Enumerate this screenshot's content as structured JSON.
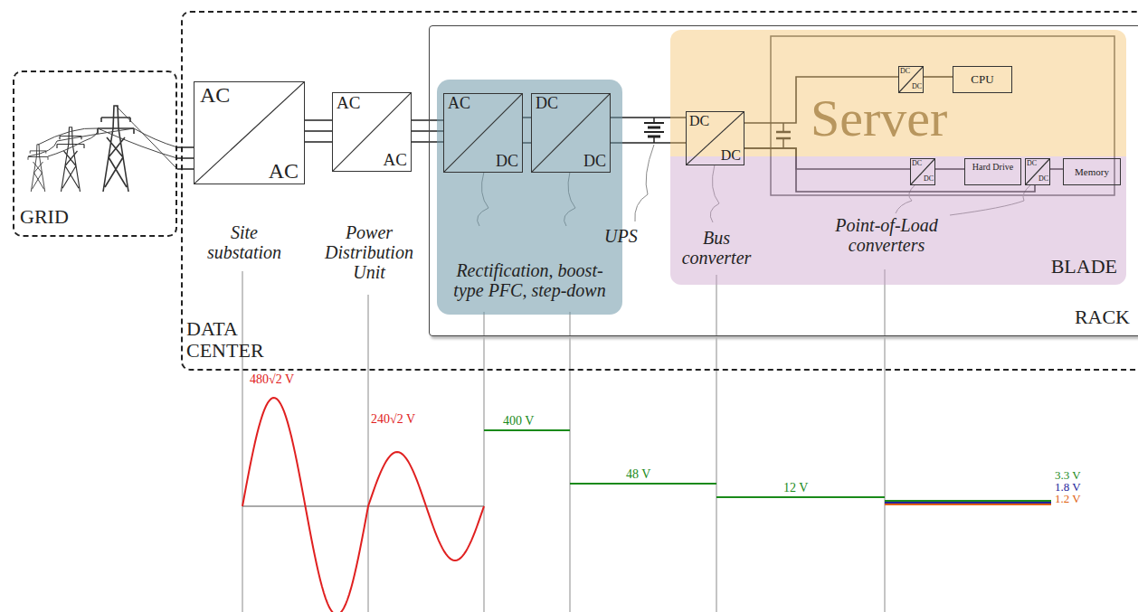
{
  "diagram": {
    "nodes": [
      {
        "text": [
          "DATA CENTER"
        ]
      },
      {
        "text": [
          "GRID"
        ]
      },
      {
        "text": [
          "AC",
          "AC"
        ],
        "in": 0
      },
      {
        "text": [
          "AC",
          "AC"
        ],
        "in": 0
      },
      {
        "text": [
          "RACK"
        ],
        "in": 0
      },
      {
        "text": [
          "Rectification, boost-type PFC, step-down"
        ],
        "in": 4
      },
      {
        "text": [
          "AC",
          "DC"
        ],
        "in": 5
      },
      {
        "text": [
          "DC",
          "DC"
        ],
        "in": 5
      },
      {
        "text": [
          "Server"
        ],
        "in": 4
      },
      {
        "text": [
          "BLADE"
        ],
        "in": 4
      },
      {
        "text": [
          "DC",
          "DC"
        ],
        "in": 9
      },
      {
        "text": [
          "DC",
          "DC"
        ],
        "in": 8
      },
      {
        "text": [
          "CPU"
        ],
        "in": 8
      },
      {
        "text": [
          "DC",
          "DC"
        ],
        "in": 9
      },
      {
        "text": [
          "Hard Drive"
        ],
        "in": 9
      },
      {
        "text": [
          "DC",
          "DC"
        ],
        "in": 9
      },
      {
        "text": [
          "Memory"
        ],
        "in": 9
      }
    ],
    "edges": [
      {
        "from": 1,
        "to": 2,
        "arrow": "none"
      },
      {
        "from": 2,
        "to": 3,
        "arrow": "none"
      },
      {
        "from": 3,
        "to": 6,
        "arrow": "none"
      },
      {
        "from": 6,
        "to": 7,
        "arrow": "none"
      },
      {
        "from": 7,
        "to": 10,
        "arrow": "none"
      },
      {
        "from": 10,
        "to": 11,
        "arrow": "none"
      },
      {
        "from": 10,
        "to": 13,
        "arrow": "none"
      },
      {
        "from": 10,
        "to": 15,
        "arrow": "none"
      },
      {
        "from": 11,
        "to": 12,
        "arrow": "none"
      },
      {
        "from": 13,
        "to": 14,
        "arrow": "none"
      },
      {
        "from": 15,
        "to": 16,
        "arrow": "none"
      }
    ],
    "labels": [
      "Site substation",
      "Power Distribution Unit",
      "UPS",
      "Bus converter",
      "Point-of-Load converters",
      "480√2 V",
      "240√2 V",
      "400 V",
      "48 V",
      "12 V",
      "3.3 V",
      "1.8 V",
      "1.2 V"
    ]
  }
}
